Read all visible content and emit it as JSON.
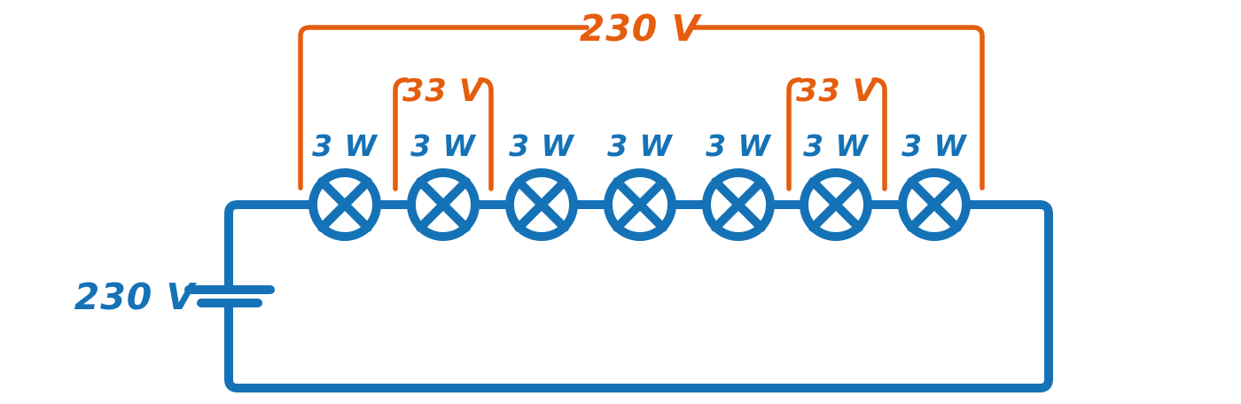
{
  "colors": {
    "wire": "#1572b6",
    "annotation": "#e55d0e",
    "background": "#ffffff"
  },
  "battery": {
    "voltage_label": "230 V"
  },
  "total_voltage_bracket": {
    "label": "230 V"
  },
  "sub_voltage_brackets": [
    {
      "label": "33 V"
    },
    {
      "label": "33 V"
    }
  ],
  "lamps": [
    {
      "power_label": "3 W"
    },
    {
      "power_label": "3 W"
    },
    {
      "power_label": "3 W"
    },
    {
      "power_label": "3 W"
    },
    {
      "power_label": "3 W"
    },
    {
      "power_label": "3 W"
    },
    {
      "power_label": "3 W"
    }
  ]
}
